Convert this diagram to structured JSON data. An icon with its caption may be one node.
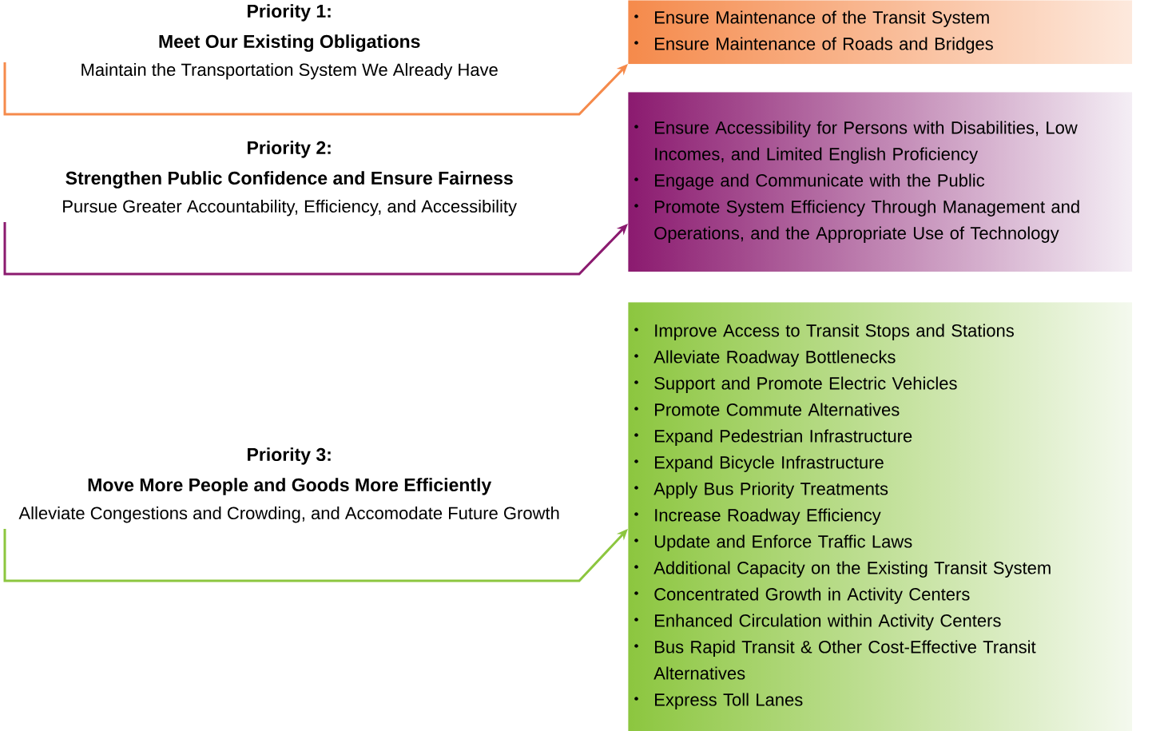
{
  "diagram": {
    "nodes": [
      {
        "text": [
          "Priority 1:",
          "Meet Our Existing Obligations",
          "Maintain the Transportation System We Already Have"
        ]
      },
      {
        "text": [
          "Ensure Maintenance of the Transit System",
          "Ensure Maintenance of Roads and Bridges"
        ]
      },
      {
        "text": [
          "Priority 2:",
          "Strengthen Public Confidence and Ensure Fairness",
          "Pursue Greater Accountability, Efficiency, and Accessibility"
        ]
      },
      {
        "text": [
          "Ensure Accessibility for Persons with Disabilities, Low Incomes, and Limited English Proficiency",
          "Engage and Communicate with the Public",
          "Promote System Efficiency Through Management and Operations, and the Appropriate Use of Technology"
        ]
      },
      {
        "text": [
          "Priority 3:",
          "Move More People and Goods More Efficiently",
          "Alleviate Congestions and Crowding, and Accomodate Future Growth"
        ]
      },
      {
        "text": [
          "Improve Access to Transit Stops and Stations",
          "Alleviate Roadway Bottlenecks",
          "Support and Promote Electric Vehicles",
          "Promote Commute Alternatives",
          "Expand Pedestrian Infrastructure",
          "Expand Bicycle Infrastructure",
          "Apply Bus Priority Treatments",
          "Increase Roadway Efficiency",
          "Update and Enforce Traffic Laws",
          "Additional Capacity on the Existing Transit System",
          "Concentrated Growth in Activity Centers",
          "Enhanced Circulation within Activity Centers",
          "Bus Rapid Transit & Other Cost-Effective Transit Alternatives",
          "Express Toll Lanes"
        ]
      }
    ],
    "edges": [
      {
        "from": 0,
        "to": 1,
        "arrow": "to",
        "color": "#f58a4b"
      },
      {
        "from": 2,
        "to": 3,
        "arrow": "to",
        "color": "#8b1a6f"
      },
      {
        "from": 4,
        "to": 5,
        "arrow": "to",
        "color": "#8cc63f"
      }
    ]
  }
}
